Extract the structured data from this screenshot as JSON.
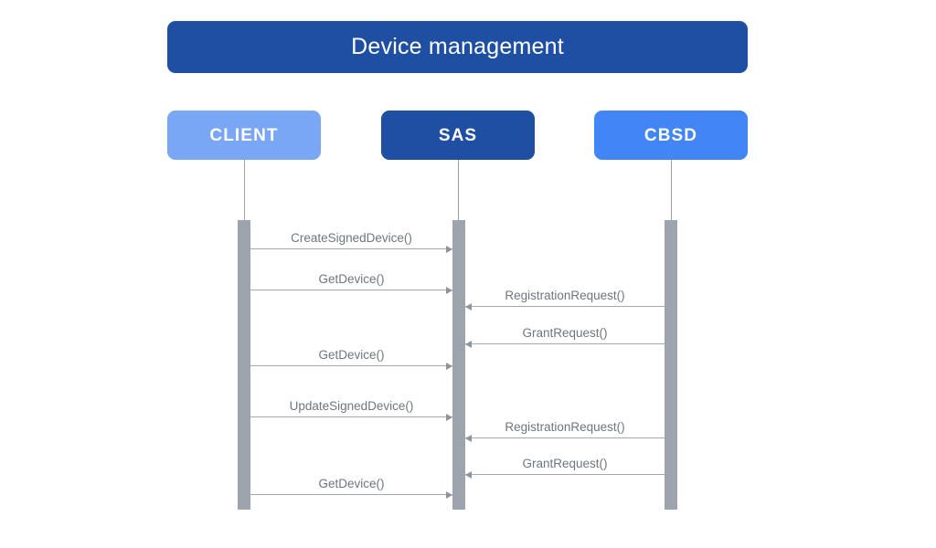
{
  "title": {
    "text": "Device management"
  },
  "colors": {
    "banner": "#1e4fa3",
    "client_box": "#7aa7f5",
    "sas_box": "#1e4fa3",
    "cbsd_box": "#4285f4",
    "activation_bar": "#9ea4ad",
    "lifeline": "#9aa0a6",
    "message_line": "#a3a9b2",
    "message_text": "#6f757e",
    "background": "#ffffff"
  },
  "participants": [
    {
      "id": "client",
      "label": "CLIENT"
    },
    {
      "id": "sas",
      "label": "SAS"
    },
    {
      "id": "cbsd",
      "label": "CBSD"
    }
  ],
  "messages": [
    {
      "label": "CreateSignedDevice()",
      "from": "CLIENT",
      "to": "SAS",
      "direction": "right"
    },
    {
      "label": "GetDevice()",
      "from": "CLIENT",
      "to": "SAS",
      "direction": "right"
    },
    {
      "label": "RegistrationRequest()",
      "from": "CBSD",
      "to": "SAS",
      "direction": "left"
    },
    {
      "label": "GrantRequest()",
      "from": "CBSD",
      "to": "SAS",
      "direction": "left"
    },
    {
      "label": "GetDevice()",
      "from": "CLIENT",
      "to": "SAS",
      "direction": "right"
    },
    {
      "label": "UpdateSignedDevice()",
      "from": "CLIENT",
      "to": "SAS",
      "direction": "right"
    },
    {
      "label": "RegistrationRequest()",
      "from": "CBSD",
      "to": "SAS",
      "direction": "left"
    },
    {
      "label": "GrantRequest()",
      "from": "CBSD",
      "to": "SAS",
      "direction": "left"
    },
    {
      "label": "GetDevice()",
      "from": "CLIENT",
      "to": "SAS",
      "direction": "right"
    }
  ]
}
